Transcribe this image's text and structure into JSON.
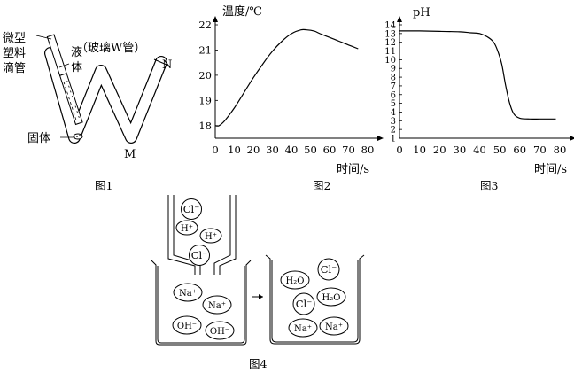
{
  "figure1": {
    "caption": "图1",
    "dropper_label": [
      "微型",
      "塑料",
      "滴管"
    ],
    "tube_label": "（玻璃W管）",
    "liquid_label": [
      "液",
      "体"
    ],
    "solid_label": "固体",
    "point_n": "N",
    "point_m": "M"
  },
  "figure4": {
    "caption": "图4",
    "dropper_ions": [
      "Cl⁻",
      "H⁺",
      "H⁺",
      "Cl⁻"
    ],
    "beaker_left_ions": [
      "Na⁺",
      "Na⁺",
      "OH⁻",
      "OH⁻"
    ],
    "beaker_right_ions": [
      "H₂O",
      "Cl⁻",
      "H₂O",
      "Cl⁻",
      "Na⁺",
      "Na⁺"
    ],
    "arrow": "→"
  },
  "chart_data": [
    {
      "type": "line",
      "caption": "图2",
      "ylabel": "温度/℃",
      "xlabel": "时间/s",
      "xlim": [
        0,
        80
      ],
      "ylim": [
        17.5,
        22
      ],
      "xticks": [
        0,
        10,
        20,
        30,
        40,
        50,
        60,
        70,
        80
      ],
      "yticks": [
        18,
        19,
        20,
        21,
        22
      ],
      "series": [
        {
          "x": [
            0,
            2,
            5,
            10,
            15,
            20,
            25,
            30,
            35,
            40,
            45,
            48,
            52,
            55,
            60,
            65,
            70,
            75
          ],
          "y": [
            18.0,
            18.0,
            18.2,
            18.7,
            19.3,
            19.9,
            20.45,
            20.95,
            21.35,
            21.65,
            21.8,
            21.8,
            21.75,
            21.65,
            21.5,
            21.35,
            21.2,
            21.05
          ]
        }
      ]
    },
    {
      "type": "line",
      "caption": "图3",
      "ylabel": "pH",
      "xlabel": "时间/s",
      "xlim": [
        0,
        80
      ],
      "ylim": [
        1,
        14
      ],
      "xticks": [
        0,
        10,
        20,
        30,
        40,
        50,
        60,
        70,
        80
      ],
      "yticks": [
        1,
        2,
        3,
        4,
        5,
        6,
        7,
        8,
        9,
        10,
        11,
        12,
        13,
        14
      ],
      "series": [
        {
          "x": [
            0,
            10,
            20,
            30,
            35,
            40,
            44,
            47,
            49,
            51,
            53,
            55,
            57,
            60,
            65,
            70,
            75,
            78
          ],
          "y": [
            13.3,
            13.3,
            13.25,
            13.2,
            13.1,
            13.0,
            12.6,
            12.0,
            11.0,
            9.5,
            7.0,
            5.0,
            3.8,
            3.3,
            3.2,
            3.2,
            3.2,
            3.2
          ]
        }
      ]
    }
  ]
}
